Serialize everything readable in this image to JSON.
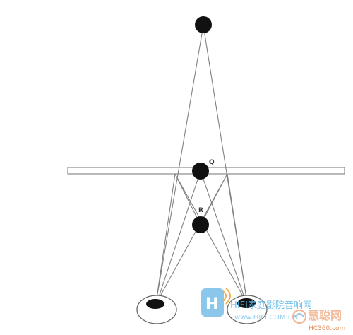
{
  "labels": {
    "q": "Q",
    "r": "R"
  },
  "watermark": {
    "logo_text": "HIFI家庭影院音响网",
    "url": "www.HIFI.COM.CN",
    "site": "HC360.com",
    "site_brand": "慧聪网"
  },
  "colors": {
    "stroke": "#7a7a7a",
    "dot": "#111111",
    "watermark_blue": "#4aa8e0",
    "watermark_orange": "#e46d2a"
  }
}
